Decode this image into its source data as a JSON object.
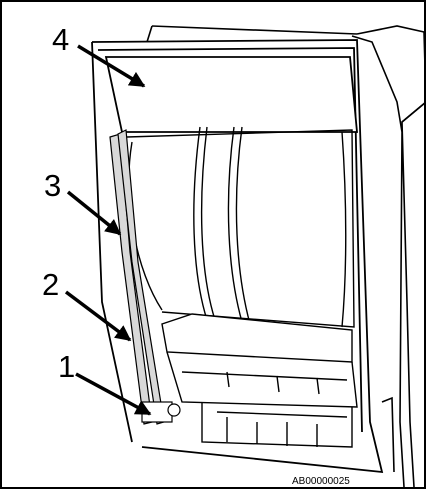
{
  "figure": {
    "callouts": [
      "4",
      "3",
      "2",
      "1"
    ],
    "code": "AB00000025",
    "colors": {
      "outline": "#000000",
      "shade": "#d9d9d9",
      "background": "#ffffff"
    }
  }
}
